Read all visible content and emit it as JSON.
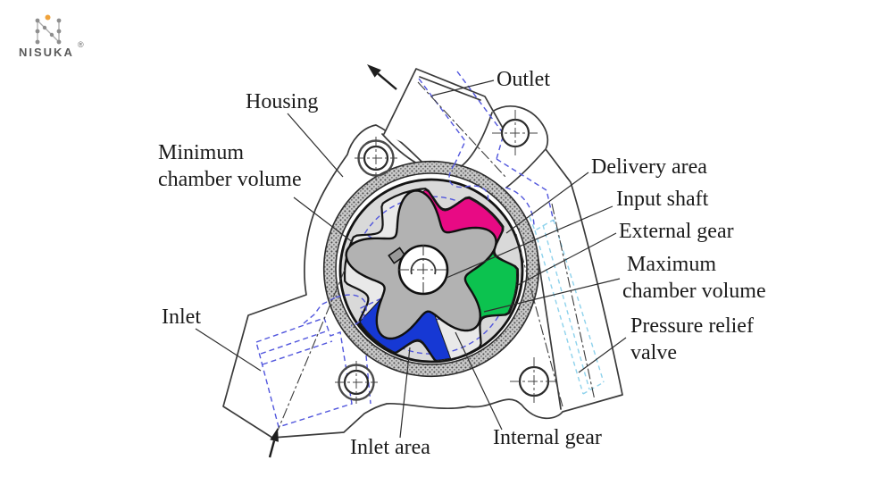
{
  "logo": {
    "brand": "NISUKA",
    "registered": "®"
  },
  "diagram": {
    "labels": {
      "outlet": "Outlet",
      "housing": "Housing",
      "minimum_chamber": [
        "Minimum",
        "chamber volume"
      ],
      "delivery_area": "Delivery area",
      "input_shaft": "Input shaft",
      "external_gear": "External gear",
      "maximum_chamber": [
        "Maximum",
        "chamber volume"
      ],
      "pressure_relief_valve": [
        "Pressure relief",
        "valve"
      ],
      "inlet": "Inlet",
      "inlet_area": "Inlet area",
      "internal_gear": "Internal gear"
    },
    "colors": {
      "delivery_chamber": "#e80a84",
      "maximum_chamber": "#0cc24f",
      "inlet_chamber": "#1638d4",
      "hidden_line": "#5156dd",
      "relief_valve_line": "#8ed2ec",
      "logo_accent": "#f0a33c"
    }
  }
}
